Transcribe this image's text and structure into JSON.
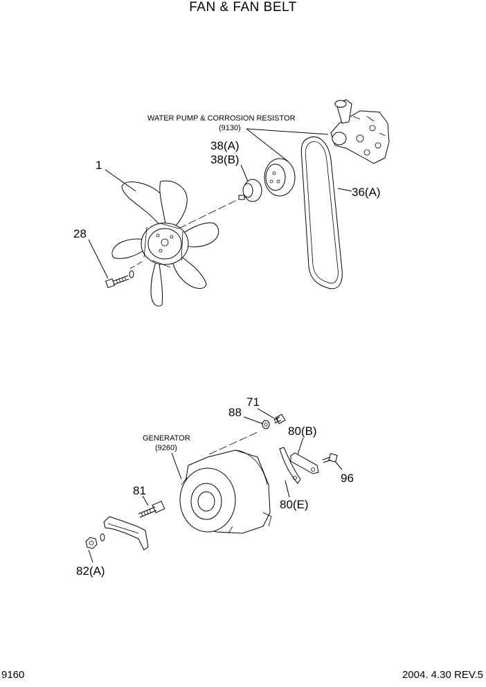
{
  "page": {
    "title": "FAN & FAN BELT",
    "page_number": "9160",
    "revision": "2004. 4.30 REV.5"
  },
  "callouts": {
    "c1": "1",
    "c28": "28",
    "c38a": "38(A)",
    "c38b": "38(B)",
    "c36a": "36(A)",
    "c71": "71",
    "c88": "88",
    "c80b": "80(B)",
    "c96": "96",
    "c81": "81",
    "c80e": "80(E)",
    "c82a": "82(A)"
  },
  "captions": {
    "water_pump_line1": "WATER PUMP & CORROSION RESISTOR",
    "water_pump_line2": "(9130)",
    "generator_line1": "GENERATOR",
    "generator_line2": "(9260)"
  }
}
